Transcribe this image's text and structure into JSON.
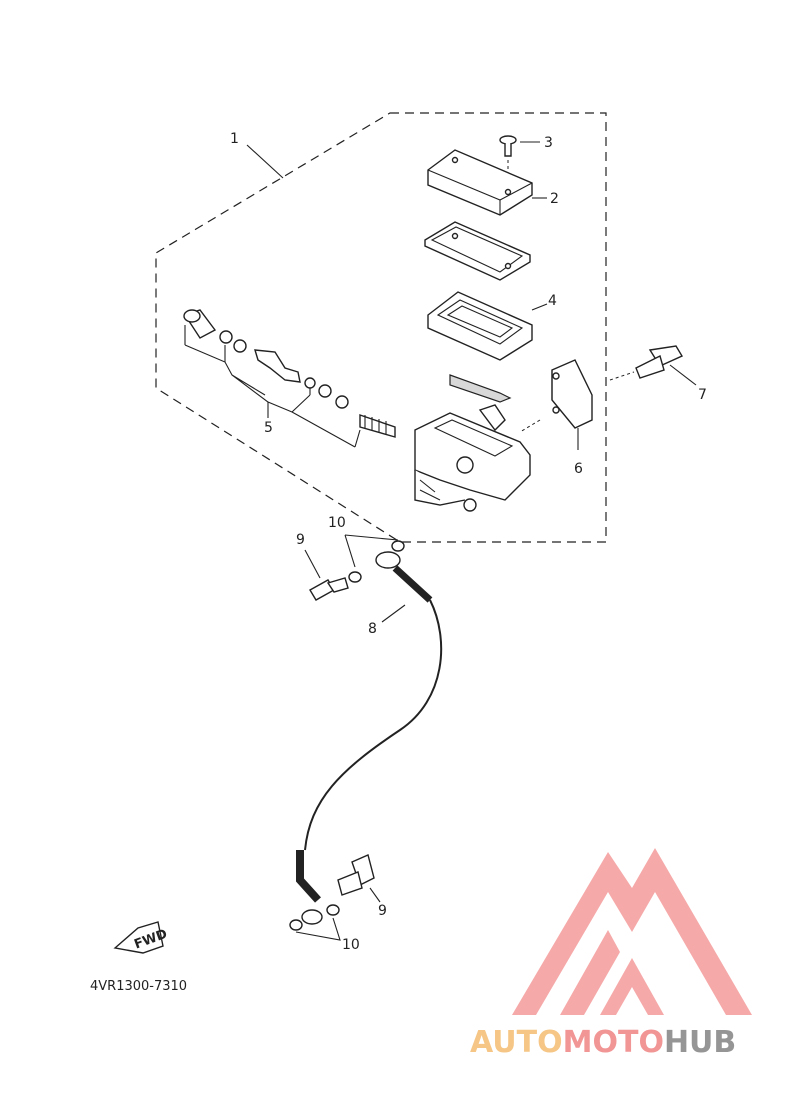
{
  "diagram": {
    "code": "4VR1300-7310",
    "fwd_label": "FWD",
    "callouts": [
      {
        "id": "c1",
        "label": "1"
      },
      {
        "id": "c2",
        "label": "2"
      },
      {
        "id": "c3",
        "label": "3"
      },
      {
        "id": "c4",
        "label": "4"
      },
      {
        "id": "c5",
        "label": "5"
      },
      {
        "id": "c6",
        "label": "6"
      },
      {
        "id": "c7",
        "label": "7"
      },
      {
        "id": "c8",
        "label": "8"
      },
      {
        "id": "c9a",
        "label": "9"
      },
      {
        "id": "c9b",
        "label": "9"
      },
      {
        "id": "c10a",
        "label": "10"
      },
      {
        "id": "c10b",
        "label": "10"
      }
    ]
  },
  "watermark": {
    "brand_part1": "AUTO",
    "brand_part2": "MOTO",
    "brand_part3": "HUB",
    "color_1": "#f4c07a",
    "color_2": "#f08a8a",
    "color_3": "#8a8a8a"
  }
}
